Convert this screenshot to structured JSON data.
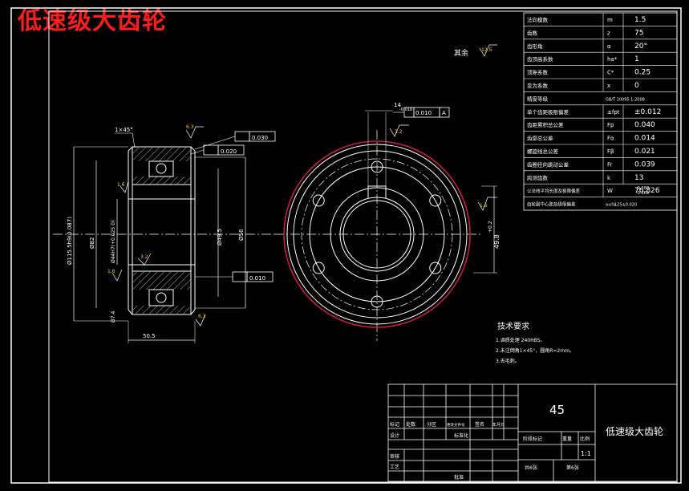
{
  "title": "低速级大齿轮",
  "params_table": [
    {
      "name": "法向模数",
      "symbol": "m",
      "value": "1.5"
    },
    {
      "name": "齿数",
      "symbol": "z",
      "value": "75"
    },
    {
      "name": "齿形角",
      "symbol": "α",
      "value": "20°"
    },
    {
      "name": "齿顶高系数",
      "symbol": "ha*",
      "value": "1"
    },
    {
      "name": "顶隙系数",
      "symbol": "C*",
      "value": "0.25"
    },
    {
      "name": "变为系数",
      "symbol": "x",
      "value": "0"
    },
    {
      "name": "精度等级",
      "symbol": "",
      "value": "GB/T 10095.1-2008"
    },
    {
      "name": "单个齿距极限偏差",
      "symbol": "±fpt",
      "value": "±0.012"
    },
    {
      "name": "齿距累积总公差",
      "symbol": "Fp",
      "value": "0.040"
    },
    {
      "name": "齿廓总公差",
      "symbol": "Fα",
      "value": "0.014"
    },
    {
      "name": "螺旋线总公差",
      "symbol": "Fβ",
      "value": "0.021"
    },
    {
      "name": "齿圈径向跳动公差",
      "symbol": "Fr",
      "value": "0.039"
    },
    {
      "name": "跨测齿数",
      "symbol": "k",
      "value": "13"
    },
    {
      "name": "公法线平均长度及极限偏差",
      "symbol": "W",
      "value": "76.826"
    },
    {
      "name": "齿轮副中心距及极限偏差",
      "symbol": "",
      "value": "a±fa"
    }
  ],
  "params_table_extra": {
    "w_upper": "-0.168",
    "w_lower": "-0.209",
    "w_sub1": "Ebn",
    "w_sub2": "Ebni",
    "center_val": "125±0.020"
  },
  "surface_note": "其余",
  "roughness": {
    "general": "12.5",
    "face": "6.3",
    "hub": "1.6",
    "bore": "3.2"
  },
  "dimensions": {
    "chamfer": "1×45°",
    "tol_radial": "0.030",
    "tol_runout": "0.020",
    "tol_parallel": "0.010",
    "od": "Ø115.5h9(0.087)",
    "bore_dia": "Ø49.5",
    "hub_dia": "Ø44H7(+0.025 0)",
    "rim_dia": "Ø82",
    "inner_dia": "Ø56",
    "web": "Ø7.4",
    "width": "50.5",
    "keyway_width": "14",
    "keyway_tol": "-0.018",
    "keyway_sym": "0.010",
    "keyway_ref": "A",
    "keyway_depth": "49.8",
    "keyway_depth_tol": "+0.2"
  },
  "tech_req": {
    "heading": "技术要求",
    "items": [
      "1.调质处理 240HBS。",
      "2.未注倒角1×45°，圆角R=2mm。",
      "3.去毛刺。"
    ]
  },
  "title_block": {
    "material": "45",
    "drawing_name": "低速级大齿轮",
    "scale": "1:1",
    "labels": {
      "biaoji": "标记",
      "chushu": "处数",
      "fenqu": "分区",
      "wenjian": "更改文件号",
      "qianming": "签名",
      "date": "年月日",
      "sheji": "设计",
      "biaozhunhua": "标准化",
      "jieduan": "阶段标记",
      "zhongliang": "重量",
      "bili": "比例",
      "shenhe": "审核",
      "gongyi": "工艺",
      "pizhun": "批准",
      "gong": "共6张",
      "di": "第6张"
    }
  }
}
